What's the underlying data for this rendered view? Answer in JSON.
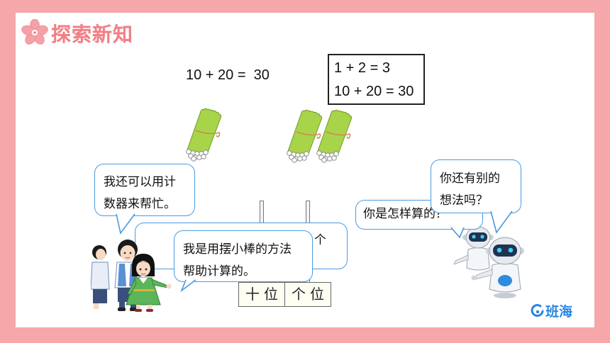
{
  "header": {
    "title": "探索新知"
  },
  "equation": "10 + 20 =  30",
  "answer_box": {
    "line1": "1 + 2 = 3",
    "line2": "10 + 20 = 30"
  },
  "sticks": {
    "groups": [
      {
        "bundles": 1
      },
      {
        "bundles": 2
      }
    ]
  },
  "bubbles": {
    "counter_hint": [
      "我还可以用计",
      "数器来帮忙。"
    ],
    "hidden_back": "个",
    "sticks_method": [
      "我是用摆小棒的方法",
      "帮助计算的。"
    ],
    "ask_how": "你是怎样算的？",
    "ask_other": [
      "你还有别的",
      "想法吗？"
    ]
  },
  "counter": {
    "tens_label": "十位",
    "ones_label": "个位"
  },
  "logo": {
    "text": "班海"
  },
  "icons": {
    "title": "flower-icon",
    "sticks": "stick-bundle-icon",
    "students": "students-illustration",
    "robots": "robots-illustration",
    "logo": "banhai-logo-icon"
  },
  "colors": {
    "frame": "#f5a7a9",
    "title": "#f27f86",
    "bubble_border": "#4a9ae0",
    "stick": "#9bcb3a",
    "logo": "#2a86e0"
  }
}
